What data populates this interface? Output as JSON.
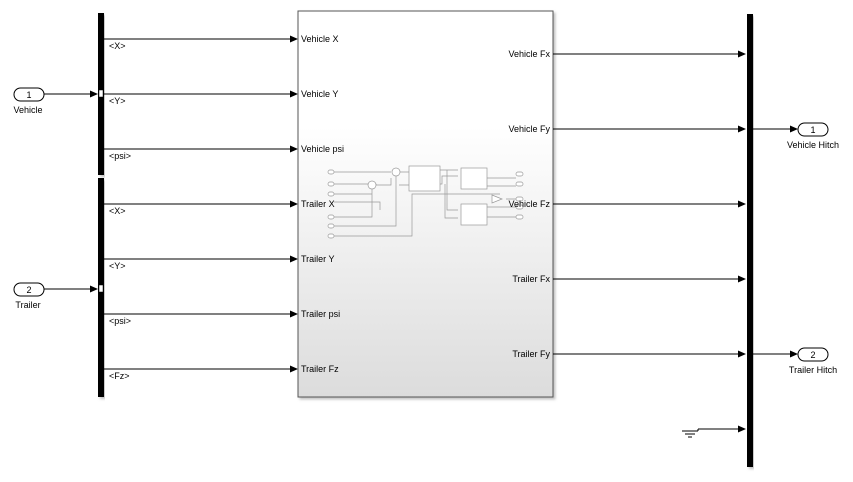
{
  "inports": [
    {
      "number": "1",
      "name": "Vehicle"
    },
    {
      "number": "2",
      "name": "Trailer"
    }
  ],
  "outports": [
    {
      "number": "1",
      "name": "Vehicle Hitch"
    },
    {
      "number": "2",
      "name": "Trailer Hitch"
    }
  ],
  "bus_selector_signals": [
    "<X>",
    "<Y>",
    "<psi>",
    "<X>",
    "<Y>",
    "<psi>",
    "<Fz>"
  ],
  "subsystem": {
    "inputs": [
      "Vehicle X",
      "Vehicle Y",
      "Vehicle psi",
      "Trailer X",
      "Trailer Y",
      "Trailer psi",
      "Trailer Fz"
    ],
    "outputs": [
      "Vehicle Fx",
      "Vehicle Fy",
      "Vehicle Fz",
      "Trailer Fx",
      "Trailer Fy"
    ]
  },
  "colors": {
    "line": "#000000",
    "block_border": "#555555",
    "block_fill_top": "#ffffff",
    "block_fill_bottom": "#dcdcdc"
  }
}
